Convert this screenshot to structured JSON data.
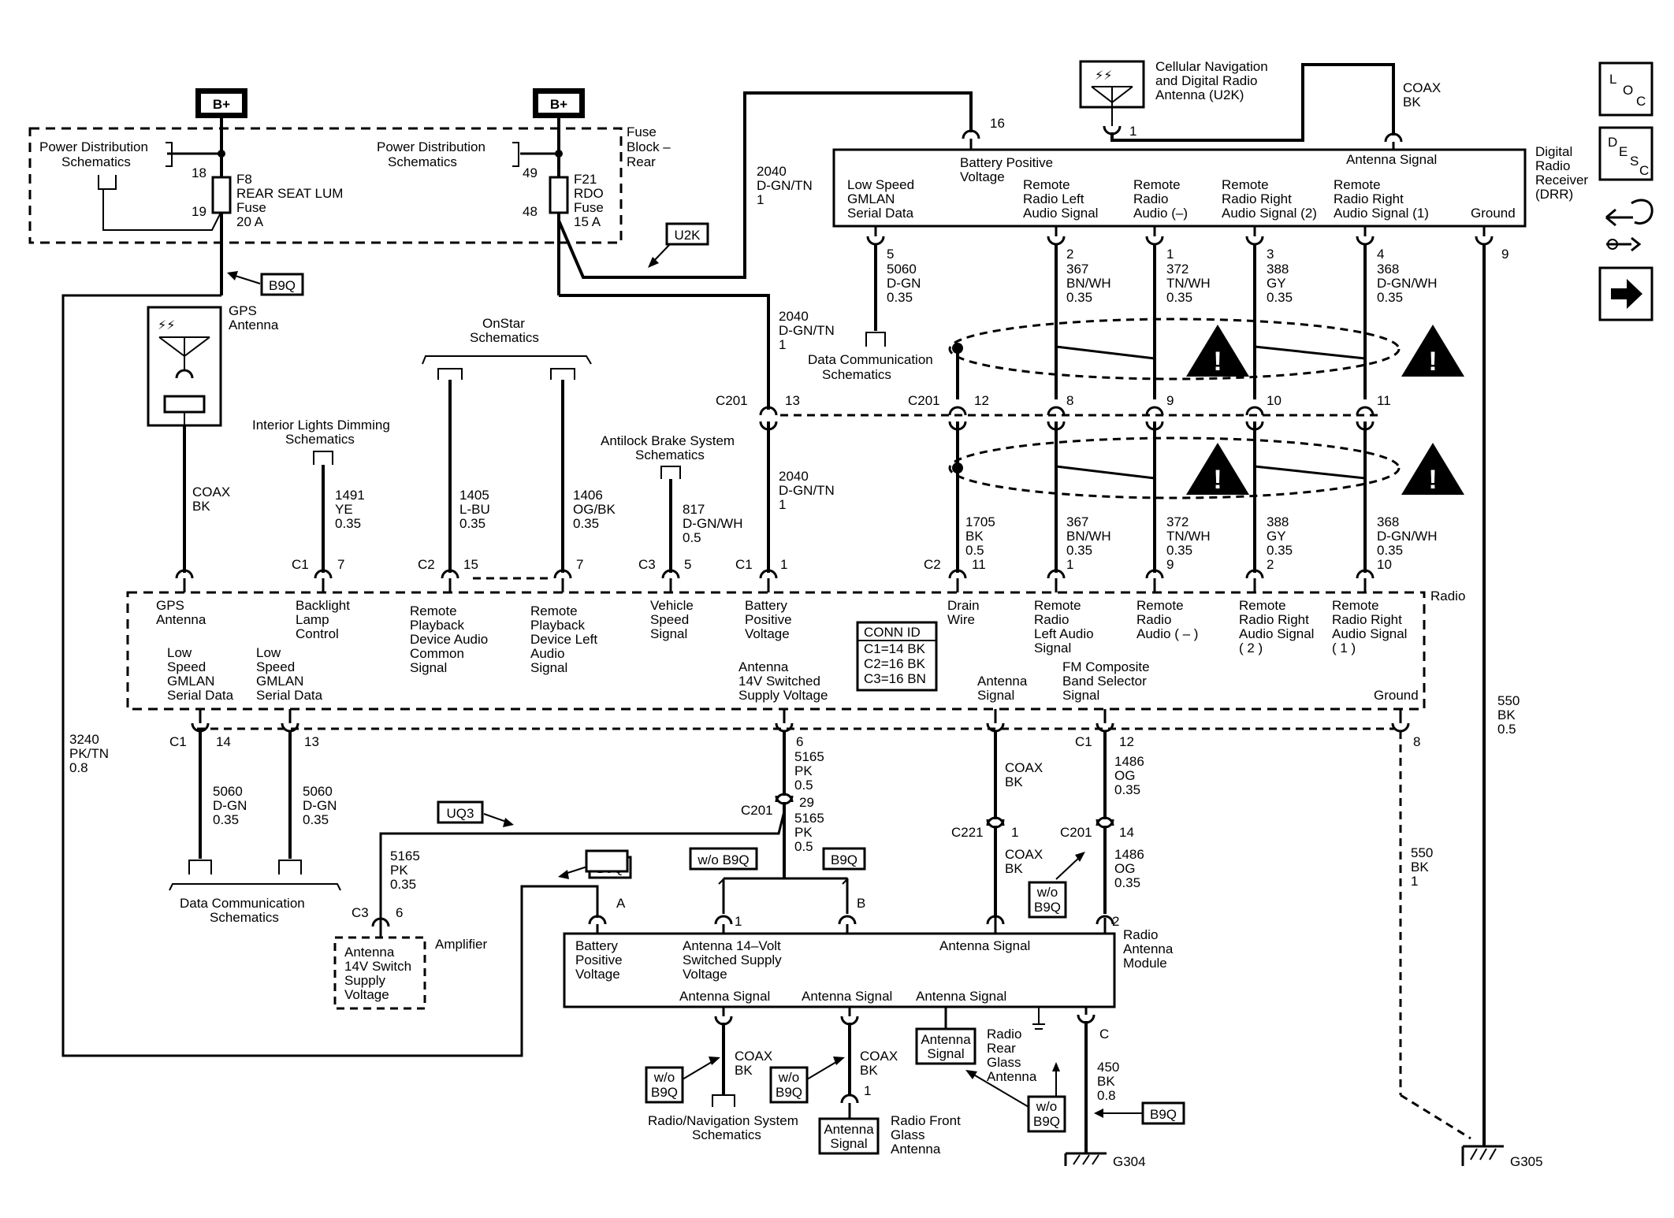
{
  "fuse_block": {
    "label": [
      "Fuse",
      "Block –",
      "Rear"
    ],
    "bplus": "B+",
    "pds_left": [
      "Power Distribution",
      "Schematics"
    ],
    "pds_right": [
      "Power Distribution",
      "Schematics"
    ],
    "f8_pins": [
      "18",
      "19"
    ],
    "f8_label": [
      "F8",
      "REAR SEAT  LUM",
      "Fuse",
      "20 A"
    ],
    "f21_pins": [
      "49",
      "48"
    ],
    "f21_label": [
      "F21",
      "RDO",
      "Fuse",
      "15 A"
    ]
  },
  "options": {
    "b9q": "B9Q",
    "u2k": "U2K",
    "uq3": "UQ3",
    "wo_b9q": "w/o B9Q",
    "wo_b9q_stack": [
      "w/o",
      "B9Q"
    ]
  },
  "drr": {
    "name": [
      "Digital",
      "Radio",
      "Receiver",
      "(DRR)"
    ],
    "cellular_antenna": [
      "Cellular Navigation",
      "and Digital Radio",
      "Antenna (U2K)"
    ],
    "pin_16": "16",
    "pin_cell": "1",
    "coax": [
      "COAX",
      "BK"
    ],
    "battery_positive": [
      "Battery Positive",
      "Voltage"
    ],
    "antenna_signal": "Antenna Signal",
    "low_speed": [
      "Low Speed",
      "GMLAN",
      "Serial Data"
    ],
    "left_audio": [
      "Remote",
      "Radio Left",
      "Audio Signal"
    ],
    "radio_minus": [
      "Remote",
      "Radio",
      "Audio (–)"
    ],
    "right_2": [
      "Remote",
      "Radio Right",
      "Audio Signal (2)"
    ],
    "right_1": [
      "Remote",
      "Radio Right",
      "Audio Signal (1)"
    ],
    "ground": "Ground",
    "pins": [
      "5",
      "2",
      "1",
      "3",
      "4",
      "9"
    ],
    "wires_top": [
      [
        "5060",
        "D-GN",
        "0.35"
      ],
      [
        "367",
        "BN/WH",
        "0.35"
      ],
      [
        "372",
        "TN/WH",
        "0.35"
      ],
      [
        "388",
        "GY",
        "0.35"
      ],
      [
        "368",
        "D-GN/WH",
        "0.35"
      ]
    ],
    "data_comm": [
      "Data Communication",
      "Schematics"
    ]
  },
  "wire_2040": {
    "seg1": [
      "2040",
      "D-GN/TN",
      "1"
    ],
    "seg2": [
      "2040",
      "D-GN/TN",
      "1"
    ],
    "seg3": [
      "2040",
      "D-GN/TN",
      "1"
    ]
  },
  "c201": {
    "label": "C201",
    "pins": [
      "13",
      "12",
      "8",
      "9",
      "10",
      "11"
    ]
  },
  "wires_mid": [
    [
      "1705",
      "BK",
      "0.5"
    ],
    [
      "367",
      "BN/WH",
      "0.35"
    ],
    [
      "372",
      "TN/WH",
      "0.35"
    ],
    [
      "388",
      "GY",
      "0.35"
    ],
    [
      "368",
      "D-GN/WH",
      "0.35"
    ]
  ],
  "gps": {
    "label": [
      "GPS",
      "Antenna"
    ],
    "coax": [
      "COAX",
      "BK"
    ]
  },
  "refs": {
    "interior": [
      "Interior Lights Dimming",
      "Schematics"
    ],
    "onstar": [
      "OnStar",
      "Schematics"
    ],
    "abs": [
      "Antilock Brake System",
      "Schematics"
    ]
  },
  "wires_radio_top": {
    "w1491": [
      "1491",
      "YE",
      "0.35"
    ],
    "w1405": [
      "1405",
      "L-BU",
      "0.35"
    ],
    "w1406": [
      "1406",
      "OG/BK",
      "0.35"
    ],
    "w817": [
      "817",
      "D-GN/WH",
      "0.5"
    ]
  },
  "radio": {
    "name": "Radio",
    "conn_top": [
      [
        "C1",
        "7"
      ],
      [
        "C2",
        "15"
      ],
      [
        "7"
      ],
      [
        "C3",
        "5"
      ],
      [
        "C1",
        "1"
      ],
      [
        "C2",
        "11"
      ],
      [
        "1"
      ],
      [
        "9"
      ],
      [
        "2"
      ],
      [
        "10"
      ]
    ],
    "gps_antenna": [
      "GPS",
      "Antenna"
    ],
    "backlight": [
      "Backlight",
      "Lamp",
      "Control"
    ],
    "remote_common": [
      "Remote",
      "Playback",
      "Device Audio",
      "Common",
      "Signal"
    ],
    "remote_left": [
      "Remote",
      "Playback",
      "Device Left",
      "Audio",
      "Signal"
    ],
    "vehicle_speed": [
      "Vehicle",
      "Speed",
      "Signal"
    ],
    "battery_pos": [
      "Battery",
      "Positive",
      "Voltage"
    ],
    "drain": [
      "Drain",
      "Wire"
    ],
    "left_audio": [
      "Remote",
      "Radio",
      "Left Audio",
      "Signal"
    ],
    "audio_minus": [
      "Remote",
      "Radio",
      "Audio ( – )"
    ],
    "right_2": [
      "Remote",
      "Radio Right",
      "Audio Signal",
      "( 2 )"
    ],
    "right_1": [
      "Remote",
      "Radio Right",
      "Audio Signal",
      "( 1 )"
    ],
    "low_speed_1": [
      "Low",
      "Speed",
      "GMLAN",
      "Serial Data"
    ],
    "low_speed_2": [
      "Low",
      "Speed",
      "GMLAN",
      "Serial Data"
    ],
    "antenna_14v": [
      "Antenna",
      "14V Switched",
      "Supply Voltage"
    ],
    "conn_id": [
      "CONN ID",
      "C1=14 BK",
      "C2=16 BK",
      "C3=16 BN"
    ],
    "antenna_signal": [
      "Antenna",
      "Signal"
    ],
    "fm_composite": [
      "FM Composite",
      "Band Selector",
      "Signal"
    ],
    "ground": "Ground",
    "conn_bottom": {
      "c1_14": [
        "C1",
        "14"
      ],
      "p13": "13",
      "p6": "6",
      "c1_12": [
        "C1",
        "12"
      ],
      "p8": "8"
    }
  },
  "wires_radio_bottom": {
    "w3240": [
      "3240",
      "PK/TN",
      "0.8"
    ],
    "w5060a": [
      "5060",
      "D-GN",
      "0.35"
    ],
    "w5060b": [
      "5060",
      "D-GN",
      "0.35"
    ],
    "w5165a": [
      "5165",
      "PK",
      "0.5"
    ],
    "c201_29": [
      "C201",
      "29"
    ],
    "w5165b": [
      "5165",
      "PK",
      "0.5"
    ],
    "w5165c": [
      "5165",
      "PK",
      "0.35"
    ],
    "coax_bk": [
      "COAX",
      "BK"
    ],
    "c221_1": [
      "C221",
      "1"
    ],
    "coax_bk2": [
      "COAX",
      "BK"
    ],
    "w1486a": [
      "1486",
      "OG",
      "0.35"
    ],
    "c201_14": [
      "C201",
      "14"
    ],
    "w1486b": [
      "1486",
      "OG",
      "0.35"
    ],
    "w550a": [
      "550",
      "BK",
      "0.5"
    ],
    "w550b": [
      "550",
      "BK",
      "1"
    ],
    "data_comm": [
      "Data Communication",
      "Schematics"
    ]
  },
  "amplifier": {
    "name": "Amplifier",
    "conn": [
      "C3",
      "6"
    ],
    "label": [
      "Antenna",
      "14V Switch",
      "Supply",
      "Voltage"
    ]
  },
  "ant_module": {
    "name": [
      "Radio",
      "Antenna",
      "Module"
    ],
    "pins": [
      "A",
      "1",
      "B",
      "2",
      "C"
    ],
    "battery": [
      "Battery",
      "Positive",
      "Voltage"
    ],
    "ant14": [
      "Antenna 14–Volt",
      "Switched Supply",
      "Voltage"
    ],
    "ant_signal_top": "Antenna Signal",
    "ant_signal_b1": "Antenna Signal",
    "ant_signal_b2": "Antenna Signal",
    "ant_signal_b3": "Antenna Signal"
  },
  "bottom": {
    "coax1": [
      "COAX",
      "BK"
    ],
    "coax2": [
      "COAX",
      "BK"
    ],
    "pin1": "1",
    "nav_schem": [
      "Radio/Navigation System",
      "Schematics"
    ],
    "front_glass_box": [
      "Antenna",
      "Signal"
    ],
    "front_glass": [
      "Radio Front",
      "Glass",
      "Antenna"
    ],
    "rear_glass_box": [
      "Antenna",
      "Signal"
    ],
    "rear_glass": [
      "Radio",
      "Rear",
      "Glass",
      "Antenna"
    ],
    "w450": [
      "450",
      "BK",
      "0.8"
    ],
    "g304": "G304",
    "g305": "G305"
  },
  "nav_icons": {
    "loc": [
      "L",
      "O",
      "C"
    ],
    "desc": [
      "D",
      "E",
      "S",
      "C"
    ]
  }
}
